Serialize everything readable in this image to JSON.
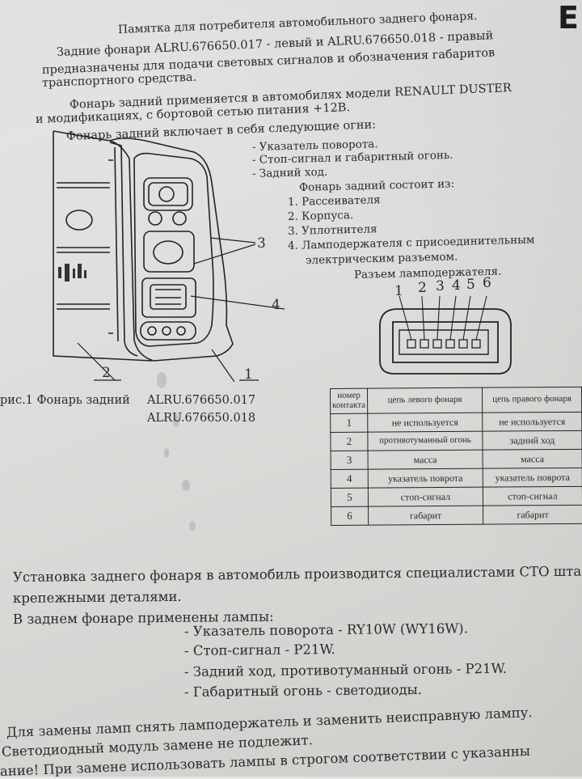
{
  "corner_glyph": "E",
  "header": {
    "title": "Памятка для потребителя  автомобильного заднего фонаря.",
    "intro_1": "Задние фонари  ALRU.676650.017 - левый и  ALRU.676650.018 - правый",
    "intro_2": "предназначены для подачи световых сигналов и обозначения габаритов",
    "intro_3": "транспортного средства.",
    "usage_1": "Фонарь задний применяется в автомобилях модели RENAULT DUSTER",
    "usage_2": "и  модификациях, с бортовой сетью питания +12В.",
    "lights_title": "Фонарь задний включает в себя следующие огни:"
  },
  "lights": [
    "- Указатель поворота.",
    "- Стоп-сигнал и габаритный огонь.",
    "- Задний ход."
  ],
  "parts_title": "Фонарь задний состоит из:",
  "parts": [
    "1. Рассеивателя",
    "2. Корпуса.",
    "3. Уплотнителя",
    "4. Лампoдержателя с присоединительным"
  ],
  "parts_cont": "электрическим разъемом.",
  "connector": {
    "title": "Разъем  лампoдержателя.",
    "pins": [
      "1",
      "2",
      "3",
      "4",
      "5",
      "6"
    ]
  },
  "figure": {
    "callouts": [
      "1",
      "2",
      "3",
      "4"
    ],
    "caption": "рис.1 Фонарь задний",
    "model_left": "ALRU.676650.017",
    "model_right": "ALRU.676650.018"
  },
  "table": {
    "headers": [
      "номер контакта",
      "цепь левого фонаря",
      "цепь правого фонаря"
    ],
    "rows": [
      [
        "1",
        "не используется",
        "не используется"
      ],
      [
        "2",
        "противотуманный огонь",
        "задний ход"
      ],
      [
        "3",
        "масса",
        "масса"
      ],
      [
        "4",
        "указатель поврота",
        "указатель поврота"
      ],
      [
        "5",
        "стоп-сигнал",
        "стоп-сигнал"
      ],
      [
        "6",
        "габарит",
        "габарит"
      ]
    ]
  },
  "install": {
    "line_1": "Установка заднего фонаря в автомобиль производится специалистами СТО шта",
    "line_2": "крепежными деталями."
  },
  "lamps": {
    "title": "В заднем фонаре применены лампы:",
    "items": [
      "- Указатель поворота - RY10W (WY16W).",
      "- Стоп-сигнал - P21W.",
      "- Задний ход, противотуманный огонь - P21W.",
      "- Габаритный огонь - светодиоды."
    ]
  },
  "footer": {
    "line_1": "Для замены ламп снять лампoдержатель и заменить неисправную лампу.",
    "line_2": "Светодиодный модуль замене не подлежит.",
    "line_3": "ание! При замене использовать лампы в строгом соответствии с указанны"
  }
}
